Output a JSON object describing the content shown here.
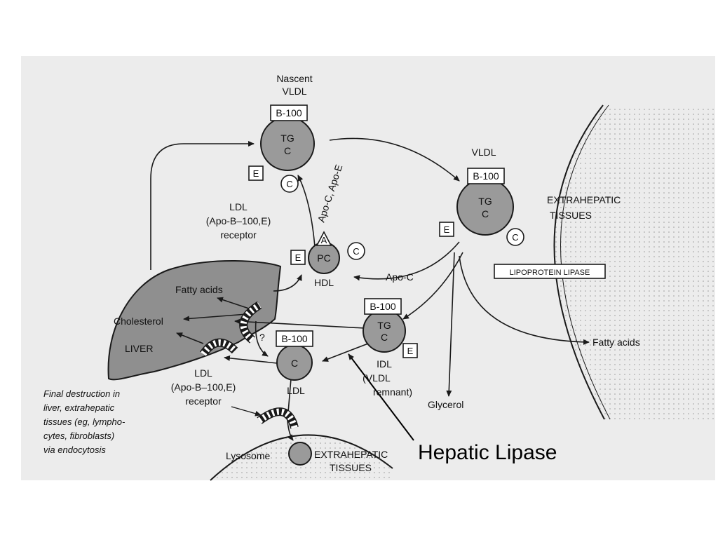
{
  "callout": {
    "text": "Hepatic Lipase"
  },
  "particles": {
    "nascent_vldl": {
      "title_line1": "Nascent",
      "title_line2": "VLDL",
      "apo_box": "B-100",
      "core_line1": "TG",
      "core_line2": "C",
      "apo_e": "E",
      "apo_c": "C"
    },
    "vldl": {
      "title": "VLDL",
      "apo_box": "B-100",
      "core_line1": "TG",
      "core_line2": "C",
      "apo_e": "E",
      "apo_c": "C"
    },
    "hdl": {
      "core": "PC",
      "apo_a": "A",
      "apo_e": "E",
      "apo_c": "C",
      "title": "HDL"
    },
    "idl": {
      "apo_box": "B-100",
      "core_line1": "TG",
      "core_line2": "C",
      "apo_e": "E",
      "title_line1": "IDL",
      "title_line2": "(VLDL",
      "title_line3": "remnant)"
    },
    "ldl": {
      "apo_box": "B-100",
      "core": "C",
      "title": "LDL"
    }
  },
  "labels": {
    "apo_c_apo_e": "Apo-C, Apo-E",
    "apo_c": "Apo-C",
    "ldl_receptor_top_line1": "LDL",
    "ldl_receptor_top_line2": "(Apo-B–100,E)",
    "ldl_receptor_top_line3": "receptor",
    "ldl_receptor_bottom_line1": "LDL",
    "ldl_receptor_bottom_line2": "(Apo-B–100,E)",
    "ldl_receptor_bottom_line3": "receptor",
    "fatty_acids_liver": "Fatty acids",
    "cholesterol": "Cholesterol",
    "liver": "LIVER",
    "question": "?",
    "extrahepatic_top_line1": "EXTRAHEPATIC",
    "extrahepatic_top_line2": "TISSUES",
    "lipoprotein_lipase": "LIPOPROTEIN LIPASE",
    "fatty_acids_right": "Fatty acids",
    "glycerol": "Glycerol",
    "lysosome": "Lysosome",
    "extrahepatic_bottom_line1": "EXTRAHEPATIC",
    "extrahepatic_bottom_line2": "TISSUES",
    "final_line1": "Final destruction in",
    "final_line2": "liver, extrahepatic",
    "final_line3": "tissues (eg, lympho-",
    "final_line4": "cytes, fibroblasts)",
    "final_line5": "via endocytosis"
  },
  "colors": {
    "particle_fill": "#9a9a9a",
    "liver_fill": "#8f8f8f",
    "page_bg": "#ececec",
    "stroke": "#1a1a1a"
  }
}
